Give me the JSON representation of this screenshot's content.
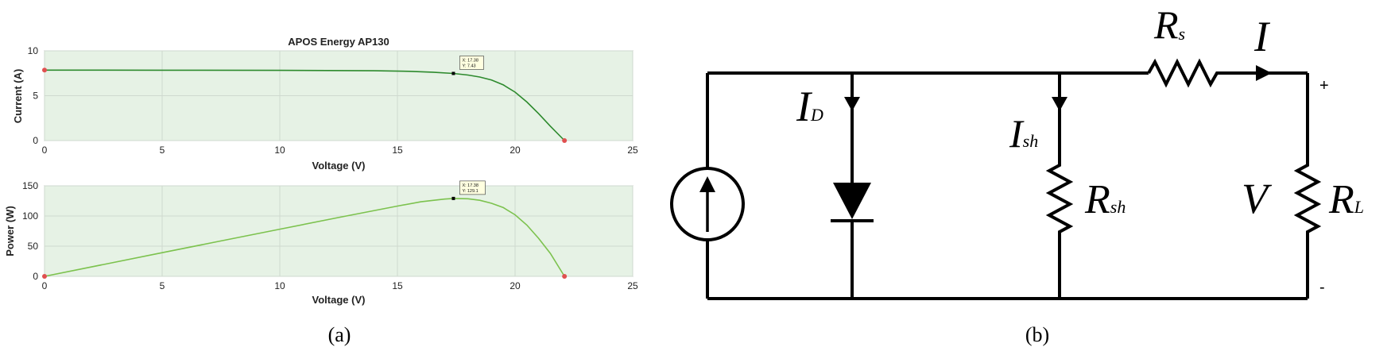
{
  "chart_data": [
    {
      "type": "line",
      "title": "APOS Energy AP130",
      "xlabel": "Voltage (V)",
      "ylabel": "Current (A)",
      "xlim": [
        0,
        25
      ],
      "ylim": [
        0,
        10
      ],
      "xticks": [
        "0",
        "5",
        "10",
        "15",
        "20",
        "25"
      ],
      "yticks": [
        "0",
        "5",
        "10"
      ],
      "grid": true,
      "series": [
        {
          "x": [
            0,
            5,
            10,
            14,
            15.5,
            16.5,
            17.38,
            18,
            18.5,
            19,
            19.5,
            20,
            20.5,
            21,
            21.5,
            22.1
          ],
          "y": [
            7.85,
            7.84,
            7.82,
            7.78,
            7.72,
            7.62,
            7.48,
            7.3,
            7.08,
            6.75,
            6.2,
            5.4,
            4.3,
            3.0,
            1.6,
            0
          ]
        }
      ],
      "markers": [
        {
          "x": 0,
          "y": 7.85
        },
        {
          "x": 22.1,
          "y": 0
        }
      ],
      "datatip": {
        "x": 17.38,
        "y": 7.48,
        "line1": "X: 17.38",
        "line2": "Y: 7.43"
      }
    },
    {
      "type": "line",
      "title": "",
      "xlabel": "Voltage (V)",
      "ylabel": "Power (W)",
      "xlim": [
        0,
        25
      ],
      "ylim": [
        0,
        150
      ],
      "xticks": [
        "0",
        "5",
        "10",
        "15",
        "20",
        "25"
      ],
      "yticks": [
        "0",
        "50",
        "100",
        "150"
      ],
      "grid": true,
      "series": [
        {
          "x": [
            0,
            2.5,
            5,
            7.5,
            10,
            12.5,
            15,
            16,
            17,
            17.38,
            18,
            18.5,
            19,
            19.5,
            20,
            20.5,
            21,
            21.5,
            22.1
          ],
          "y": [
            0,
            19.6,
            39.2,
            58.7,
            78.2,
            97.5,
            116.5,
            123.5,
            128,
            129.1,
            128.5,
            126,
            121,
            114,
            102,
            85,
            63,
            38,
            0
          ]
        }
      ],
      "markers": [
        {
          "x": 0,
          "y": 0
        },
        {
          "x": 22.1,
          "y": 0
        }
      ],
      "datatip": {
        "x": 17.38,
        "y": 129.1,
        "line1": "X: 17.38",
        "line2": "Y: 129.1"
      }
    }
  ],
  "captions": {
    "a": "(a)",
    "b": "(b)"
  },
  "circuit": {
    "labels": {
      "Rs": {
        "main": "R",
        "sub": "s"
      },
      "I": {
        "main": "I"
      },
      "ID": {
        "main": "I",
        "sub": "D"
      },
      "Ish": {
        "main": "I",
        "sub": "sh"
      },
      "Rsh": {
        "main": "R",
        "sub": "sh"
      },
      "V": {
        "main": "V"
      },
      "RL": {
        "main": "R",
        "sub": "L"
      },
      "plus": "+",
      "minus": "-"
    }
  },
  "colors": {
    "plot_bg": "#e6f2e5",
    "current_line": "#2d8a2d",
    "power_line": "#7cc24e",
    "endpoint_marker": "#e05050",
    "grid": "#cfd9cf",
    "wire": "#000000"
  }
}
